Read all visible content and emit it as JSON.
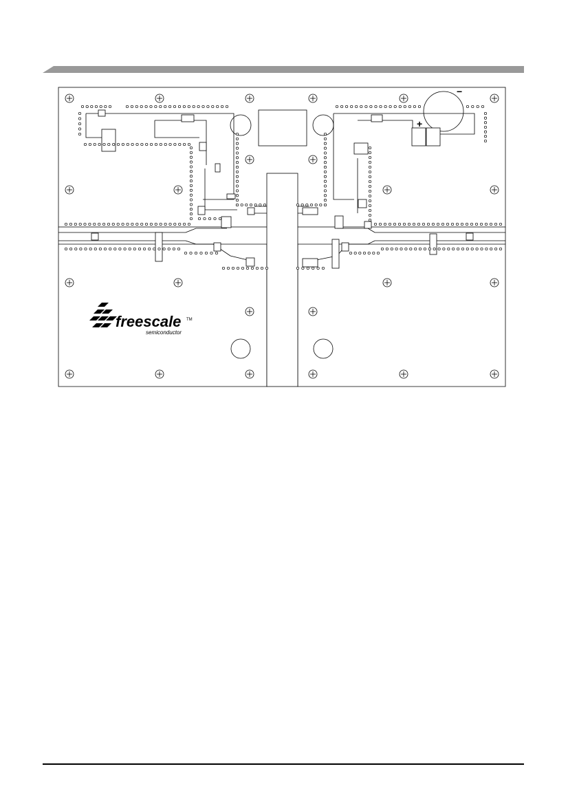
{
  "logo": {
    "brand": "freescale",
    "trademark": "TM",
    "sub": "semiconductor"
  },
  "markings": {
    "plus": "+",
    "minus": "−"
  },
  "icons": {
    "mounting_hole": "plus-circle-icon",
    "logo_mark": "freescale-logo-icon"
  },
  "colors": {
    "ink": "#000000",
    "header_bar": "#999999",
    "paper": "#ffffff"
  }
}
